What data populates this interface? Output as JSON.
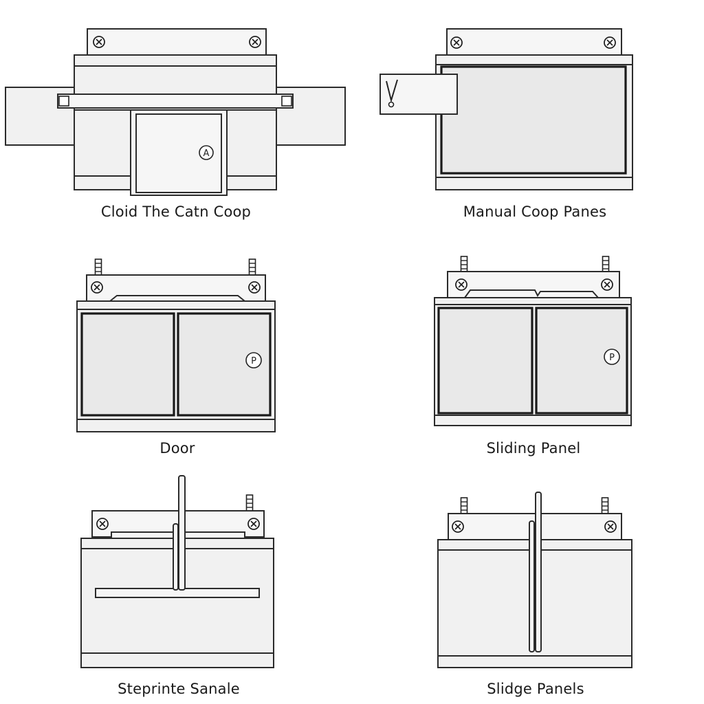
{
  "figures": [
    {
      "caption": "Cloid The Catn Coop",
      "marker": "A"
    },
    {
      "caption": "Manual Coop Panes"
    },
    {
      "caption": "Door",
      "marker": "P"
    },
    {
      "caption": "Sliding Panel",
      "marker": "P"
    },
    {
      "caption": "Steprinte Sanale"
    },
    {
      "caption": "Slidge Panels"
    }
  ]
}
